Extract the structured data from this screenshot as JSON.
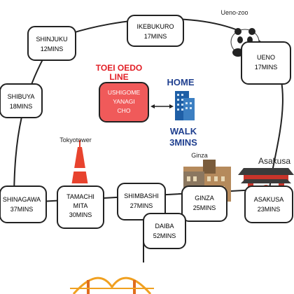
{
  "chart_data": {
    "type": "diagram",
    "stations": [
      {
        "id": "shinjuku",
        "name": "SHINJUKU",
        "time": "12MINS"
      },
      {
        "id": "ikebukuro",
        "name": "IKEBUKURO",
        "time": "17MINS"
      },
      {
        "id": "ueno",
        "name": "UENO",
        "time": "17MINS"
      },
      {
        "id": "shibuya",
        "name": "SHIBUYA",
        "time": "18MINS"
      },
      {
        "id": "shinagawa",
        "name": "SHINAGAWA",
        "time": "37MINS"
      },
      {
        "id": "tamachi",
        "name": "TAMACHI",
        "name2": "MITA",
        "time": "30MINS"
      },
      {
        "id": "shimbashi",
        "name": "SHIMBASHI",
        "time": "27MINS"
      },
      {
        "id": "ginza",
        "name": "GINZA",
        "time": "25MINS"
      },
      {
        "id": "asakusa",
        "name": "ASAKUSA",
        "time": "23MINS"
      },
      {
        "id": "daiba",
        "name": "DAIBA",
        "time": "52MINS"
      }
    ],
    "home_station": {
      "lines": [
        "USHIGOME",
        "YANAGI",
        "CHO"
      ]
    },
    "line_label": {
      "line1": "TOEI OEDO",
      "line2": "LINE"
    },
    "home_label": "HOME",
    "walk_label": {
      "line1": "WALK",
      "line2": "3MINS"
    },
    "landmarks": [
      {
        "id": "ueno-zoo",
        "label": "Ueno-zoo"
      },
      {
        "id": "tokyotower",
        "label": "Tokyotower"
      },
      {
        "id": "ginza-landmark",
        "label": "Ginza"
      },
      {
        "id": "asakusa-landmark",
        "label": "Asakusa"
      }
    ],
    "colors": {
      "home_station": "#f05a5a",
      "line_label": "#e21f26",
      "home": "#1f3f8f"
    }
  }
}
